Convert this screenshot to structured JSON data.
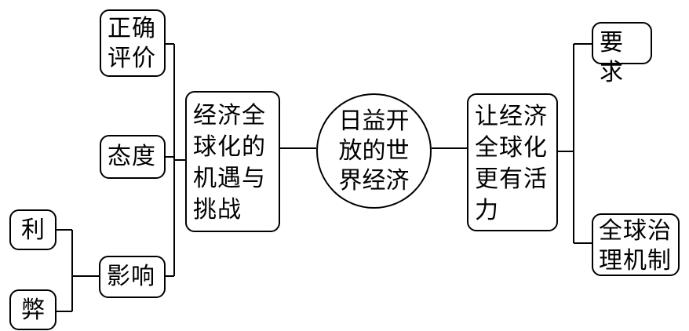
{
  "center": {
    "label": "日益开放的世界经济"
  },
  "left_main": {
    "label": "经济全球化的机遇与挑战"
  },
  "left_items": {
    "evaluate": "正确评价",
    "attitude": "态度",
    "impact": "影响",
    "advantage": "利",
    "disadvantage": "弊"
  },
  "right_main": {
    "label": "让经济全球化更有活力"
  },
  "right_items": {
    "requirement": "要求",
    "governance": "全球治理机制"
  }
}
